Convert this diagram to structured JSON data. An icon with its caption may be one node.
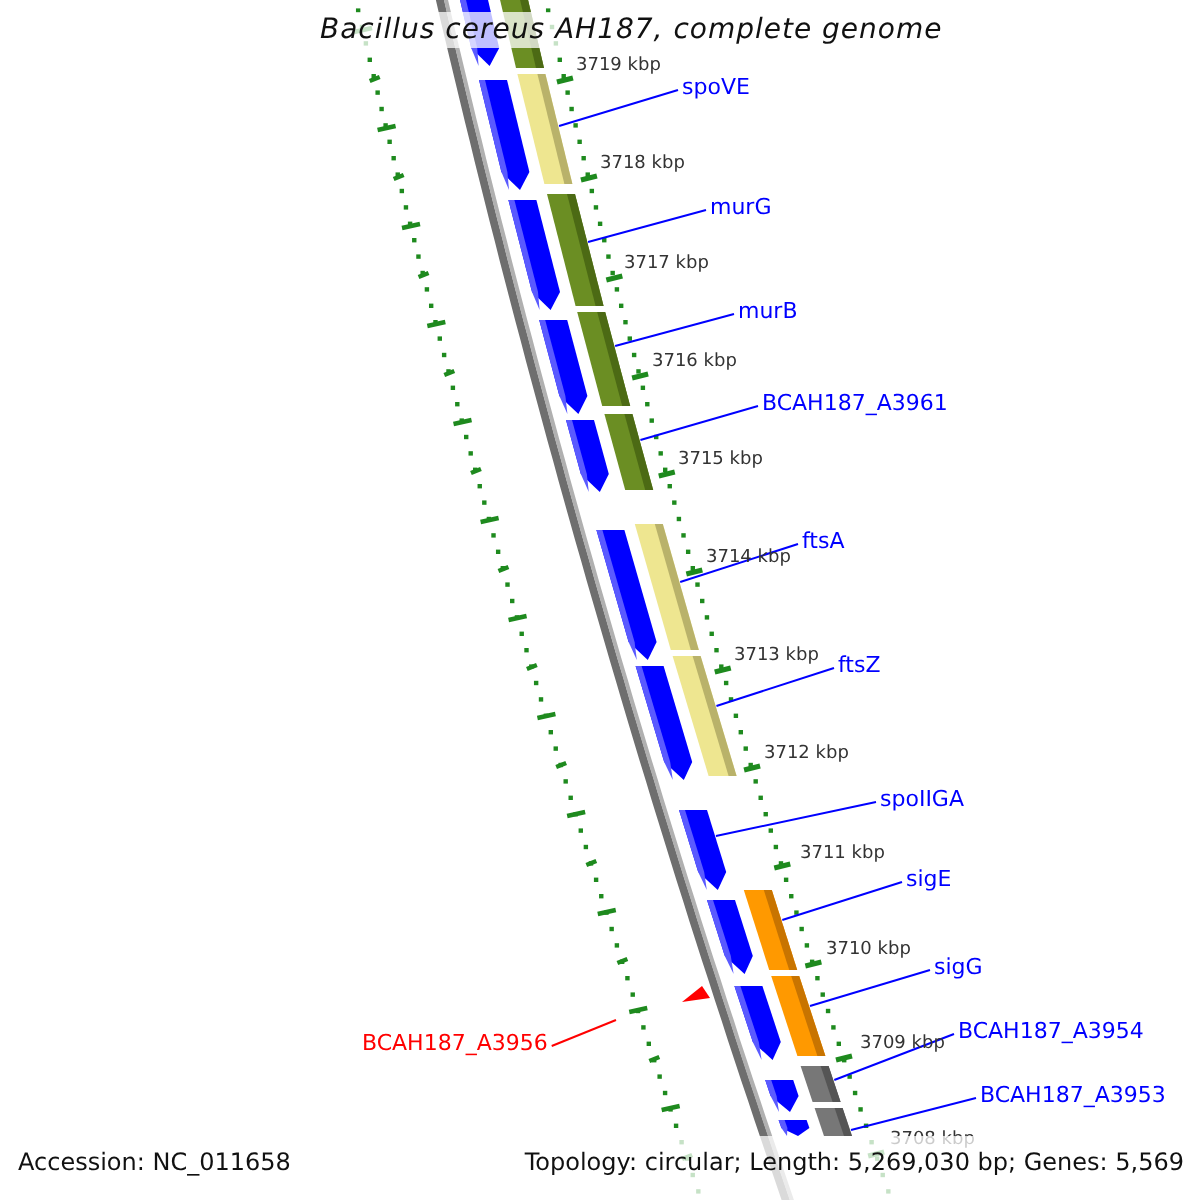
{
  "diagram": {
    "title": "Bacillus cereus AH187, complete genome",
    "nodes": [
      {
        "text": [],
        "shape": "bar"
      },
      {
        "text": [],
        "shape": "bar"
      },
      {
        "text": [
          "spoVE"
        ]
      },
      {
        "text": [],
        "shape": "bar"
      },
      {
        "text": [],
        "shape": "bar"
      },
      {
        "text": [
          "murG"
        ]
      },
      {
        "text": [],
        "shape": "bar"
      },
      {
        "text": [],
        "shape": "bar"
      },
      {
        "text": [
          "murB"
        ]
      },
      {
        "text": [],
        "shape": "bar"
      },
      {
        "text": [],
        "shape": "bar"
      },
      {
        "text": [
          "BCAH187_A3961"
        ]
      },
      {
        "text": [],
        "shape": "bar"
      },
      {
        "text": [],
        "shape": "bar"
      },
      {
        "text": [
          "ftsA"
        ]
      },
      {
        "text": [],
        "shape": "bar"
      },
      {
        "text": [],
        "shape": "bar"
      },
      {
        "text": [
          "ftsZ"
        ]
      },
      {
        "text": [],
        "shape": "bar"
      },
      {
        "text": [],
        "shape": "bar"
      },
      {
        "text": [
          "spoIIGA"
        ]
      },
      {
        "text": [],
        "shape": "bar"
      },
      {
        "text": [
          "sigE"
        ]
      },
      {
        "text": [],
        "shape": "bar"
      },
      {
        "text": [],
        "shape": "bar"
      },
      {
        "text": [
          "sigG"
        ]
      },
      {
        "text": [],
        "shape": "bar"
      },
      {
        "text": [],
        "shape": "bar"
      },
      {
        "text": [
          "BCAH187_A3954"
        ]
      },
      {
        "text": [],
        "shape": "bar"
      },
      {
        "text": [],
        "shape": "bar"
      },
      {
        "text": [
          "BCAH187_A3956"
        ]
      },
      {
        "text": [
          "BCAH187_A3953"
        ]
      },
      {
        "text": [],
        "shape": "bar"
      },
      {
        "text": [],
        "shape": "bar"
      }
    ],
    "edges": [
      {
        "from": 2,
        "to": 4,
        "arrow": "none"
      },
      {
        "from": 5,
        "to": 7,
        "arrow": "none"
      },
      {
        "from": 8,
        "to": 10,
        "arrow": "none"
      },
      {
        "from": 11,
        "to": 13,
        "arrow": "none"
      },
      {
        "from": 14,
        "to": 16,
        "arrow": "none"
      },
      {
        "from": 17,
        "to": 19,
        "arrow": "none"
      },
      {
        "from": 20,
        "to": 21,
        "arrow": "none"
      },
      {
        "from": 22,
        "to": 24,
        "arrow": "none"
      },
      {
        "from": 25,
        "to": 27,
        "arrow": "none"
      },
      {
        "from": 28,
        "to": 30,
        "arrow": "none"
      },
      {
        "from": 31,
        "to": null,
        "arrow": "none",
        "color": "#ff0000"
      },
      {
        "from": 32,
        "to": 34,
        "arrow": "none"
      }
    ],
    "labels": [
      "3719 kbp",
      "3718 kbp",
      "3717 kbp",
      "3716 kbp",
      "3715 kbp",
      "3714 kbp",
      "3713 kbp",
      "3712 kbp",
      "3711 kbp",
      "3710 kbp",
      "3709 kbp",
      "3708 kbp",
      "Accession: NC_011658",
      "Topology: circular; Length: 5,269,030 bp; Genes: 5,569"
    ]
  }
}
